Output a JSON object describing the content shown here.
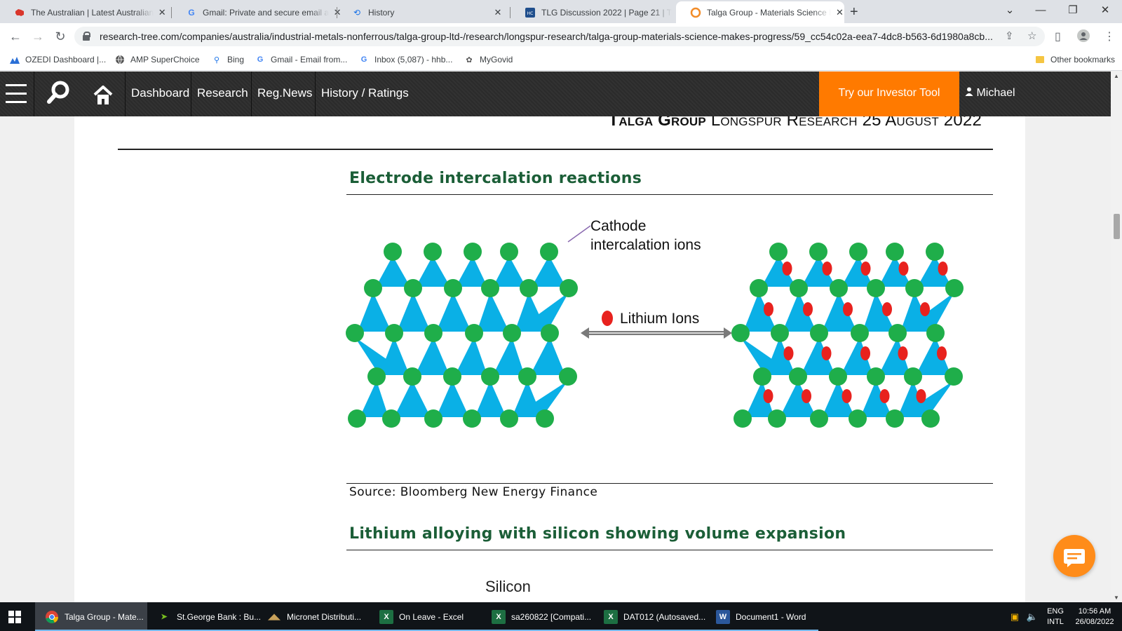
{
  "browser": {
    "tabs": [
      {
        "title": "The Australian | Latest Australian",
        "favicon": "australia-icon",
        "active": false
      },
      {
        "title": "Gmail: Private and secure email a",
        "favicon": "google-icon",
        "active": false
      },
      {
        "title": "History",
        "favicon": "history-icon",
        "active": false
      },
      {
        "title": "TLG Discussion 2022 | Page 21 | T",
        "favicon": "hotcopper-icon",
        "active": false
      },
      {
        "title": "Talga Group - Materials Science I",
        "favicon": "research-tree-icon",
        "active": true
      }
    ],
    "url": "research-tree.com/companies/australia/industrial-metals-nonferrous/talga-group-ltd-/research/longspur-research/talga-group-materials-science-makes-progress/59_cc54c02a-eea7-4dc8-b563-6d1980a8cb...",
    "bookmarks": [
      {
        "label": "OZEDI Dashboard |...",
        "icon": "ozedi-icon"
      },
      {
        "label": "AMP SuperChoice",
        "icon": "globe-icon"
      },
      {
        "label": "Bing",
        "icon": "search-icon"
      },
      {
        "label": "Gmail - Email from...",
        "icon": "google-icon"
      },
      {
        "label": "Inbox (5,087) - hhb...",
        "icon": "google-icon"
      },
      {
        "label": "MyGovid",
        "icon": "mygovid-icon"
      }
    ],
    "other_bookmarks": "Other bookmarks"
  },
  "site_nav": {
    "links": [
      "Dashboard",
      "Research",
      "Reg.News",
      "History / Ratings"
    ],
    "cta": "Try our Investor Tool",
    "user": "Michael"
  },
  "report": {
    "header_company": "Talga Group",
    "header_rest": "Longspur Research 25 August 2022",
    "figure1_title": "Electrode intercalation reactions",
    "cathode_label_line1": "Cathode",
    "cathode_label_line2": "intercalation ions",
    "lithium_label": "Lithium Ions",
    "source": "Source: Bloomberg New Energy Finance",
    "figure2_title": "Lithium alloying with silicon showing volume expansion",
    "figure2_partial_label": "Silicon"
  },
  "colors": {
    "triangle": "#0ab0e6",
    "node": "#1fae4a",
    "lithium": "#e8221e",
    "title_green": "#1b5e37",
    "accent_orange": "#ff7a00"
  },
  "taskbar": {
    "apps": [
      {
        "label": "Talga Group - Mate...",
        "icon": "chrome-icon",
        "active": true
      },
      {
        "label": "St.George Bank : Bu...",
        "icon": "stgeorge-icon",
        "active": false
      },
      {
        "label": "Micronet Distributi...",
        "icon": "micronet-icon",
        "active": false
      },
      {
        "label": "On Leave - Excel",
        "icon": "excel-icon",
        "active": false
      },
      {
        "label": "sa260822  [Compati...",
        "icon": "excel-icon",
        "active": false
      },
      {
        "label": "DAT012 (Autosaved...",
        "icon": "excel-icon",
        "active": false
      },
      {
        "label": "Document1 - Word",
        "icon": "word-icon",
        "active": false
      }
    ],
    "lang_line1": "ENG",
    "lang_line2": "INTL",
    "time": "10:56 AM",
    "date": "26/08/2022"
  }
}
